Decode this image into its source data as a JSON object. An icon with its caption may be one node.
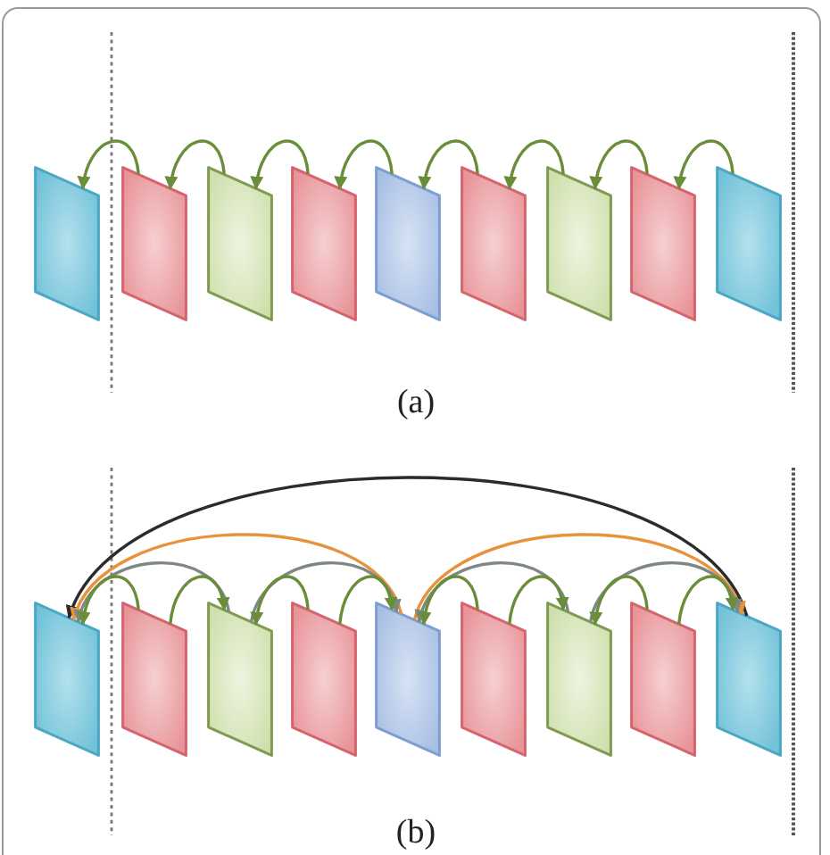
{
  "diagram": {
    "nodes": [
      {
        "text": [],
        "shape": "parallelogram"
      },
      {
        "text": [],
        "shape": "parallelogram"
      },
      {
        "text": [],
        "shape": "parallelogram"
      },
      {
        "text": [],
        "shape": "parallelogram"
      },
      {
        "text": [],
        "shape": "parallelogram"
      },
      {
        "text": [],
        "shape": "parallelogram"
      },
      {
        "text": [],
        "shape": "parallelogram"
      },
      {
        "text": [],
        "shape": "parallelogram"
      },
      {
        "text": [],
        "shape": "parallelogram"
      },
      {
        "text": [],
        "shape": "parallelogram"
      },
      {
        "text": [],
        "shape": "parallelogram"
      },
      {
        "text": [],
        "shape": "parallelogram"
      },
      {
        "text": [],
        "shape": "parallelogram"
      },
      {
        "text": [],
        "shape": "parallelogram"
      },
      {
        "text": [],
        "shape": "parallelogram"
      },
      {
        "text": [],
        "shape": "parallelogram"
      },
      {
        "text": [],
        "shape": "parallelogram"
      },
      {
        "text": [],
        "shape": "parallelogram"
      }
    ],
    "edges": [
      {
        "from": 1,
        "to": 0,
        "arrow": "to"
      },
      {
        "from": 2,
        "to": 1,
        "arrow": "to"
      },
      {
        "from": 3,
        "to": 2,
        "arrow": "to"
      },
      {
        "from": 4,
        "to": 3,
        "arrow": "to"
      },
      {
        "from": 5,
        "to": 4,
        "arrow": "to"
      },
      {
        "from": 6,
        "to": 5,
        "arrow": "to"
      },
      {
        "from": 7,
        "to": 6,
        "arrow": "to"
      },
      {
        "from": 8,
        "to": 7,
        "arrow": "to"
      },
      {
        "from": 17,
        "to": 9,
        "arrow": "to",
        "color": "#2b2b2b"
      },
      {
        "from": 13,
        "to": 9,
        "arrow": "to",
        "color": "#e8923a"
      },
      {
        "from": 13,
        "to": 17,
        "arrow": "to",
        "color": "#e8923a"
      },
      {
        "from": 11,
        "to": 9,
        "arrow": "to",
        "color": "#7d8884"
      },
      {
        "from": 11,
        "to": 13,
        "arrow": "to",
        "color": "#7d8884"
      },
      {
        "from": 15,
        "to": 13,
        "arrow": "to",
        "color": "#7d8884"
      },
      {
        "from": 15,
        "to": 17,
        "arrow": "to",
        "color": "#7d8884"
      },
      {
        "from": 10,
        "to": 9,
        "arrow": "to"
      },
      {
        "from": 10,
        "to": 11,
        "arrow": "to"
      },
      {
        "from": 12,
        "to": 11,
        "arrow": "to"
      },
      {
        "from": 12,
        "to": 13,
        "arrow": "to"
      },
      {
        "from": 14,
        "to": 13,
        "arrow": "to"
      },
      {
        "from": 14,
        "to": 15,
        "arrow": "to"
      },
      {
        "from": 16,
        "to": 15,
        "arrow": "to"
      },
      {
        "from": 16,
        "to": 17,
        "arrow": "to"
      }
    ],
    "labels": [
      "(a)",
      "(b)"
    ]
  }
}
